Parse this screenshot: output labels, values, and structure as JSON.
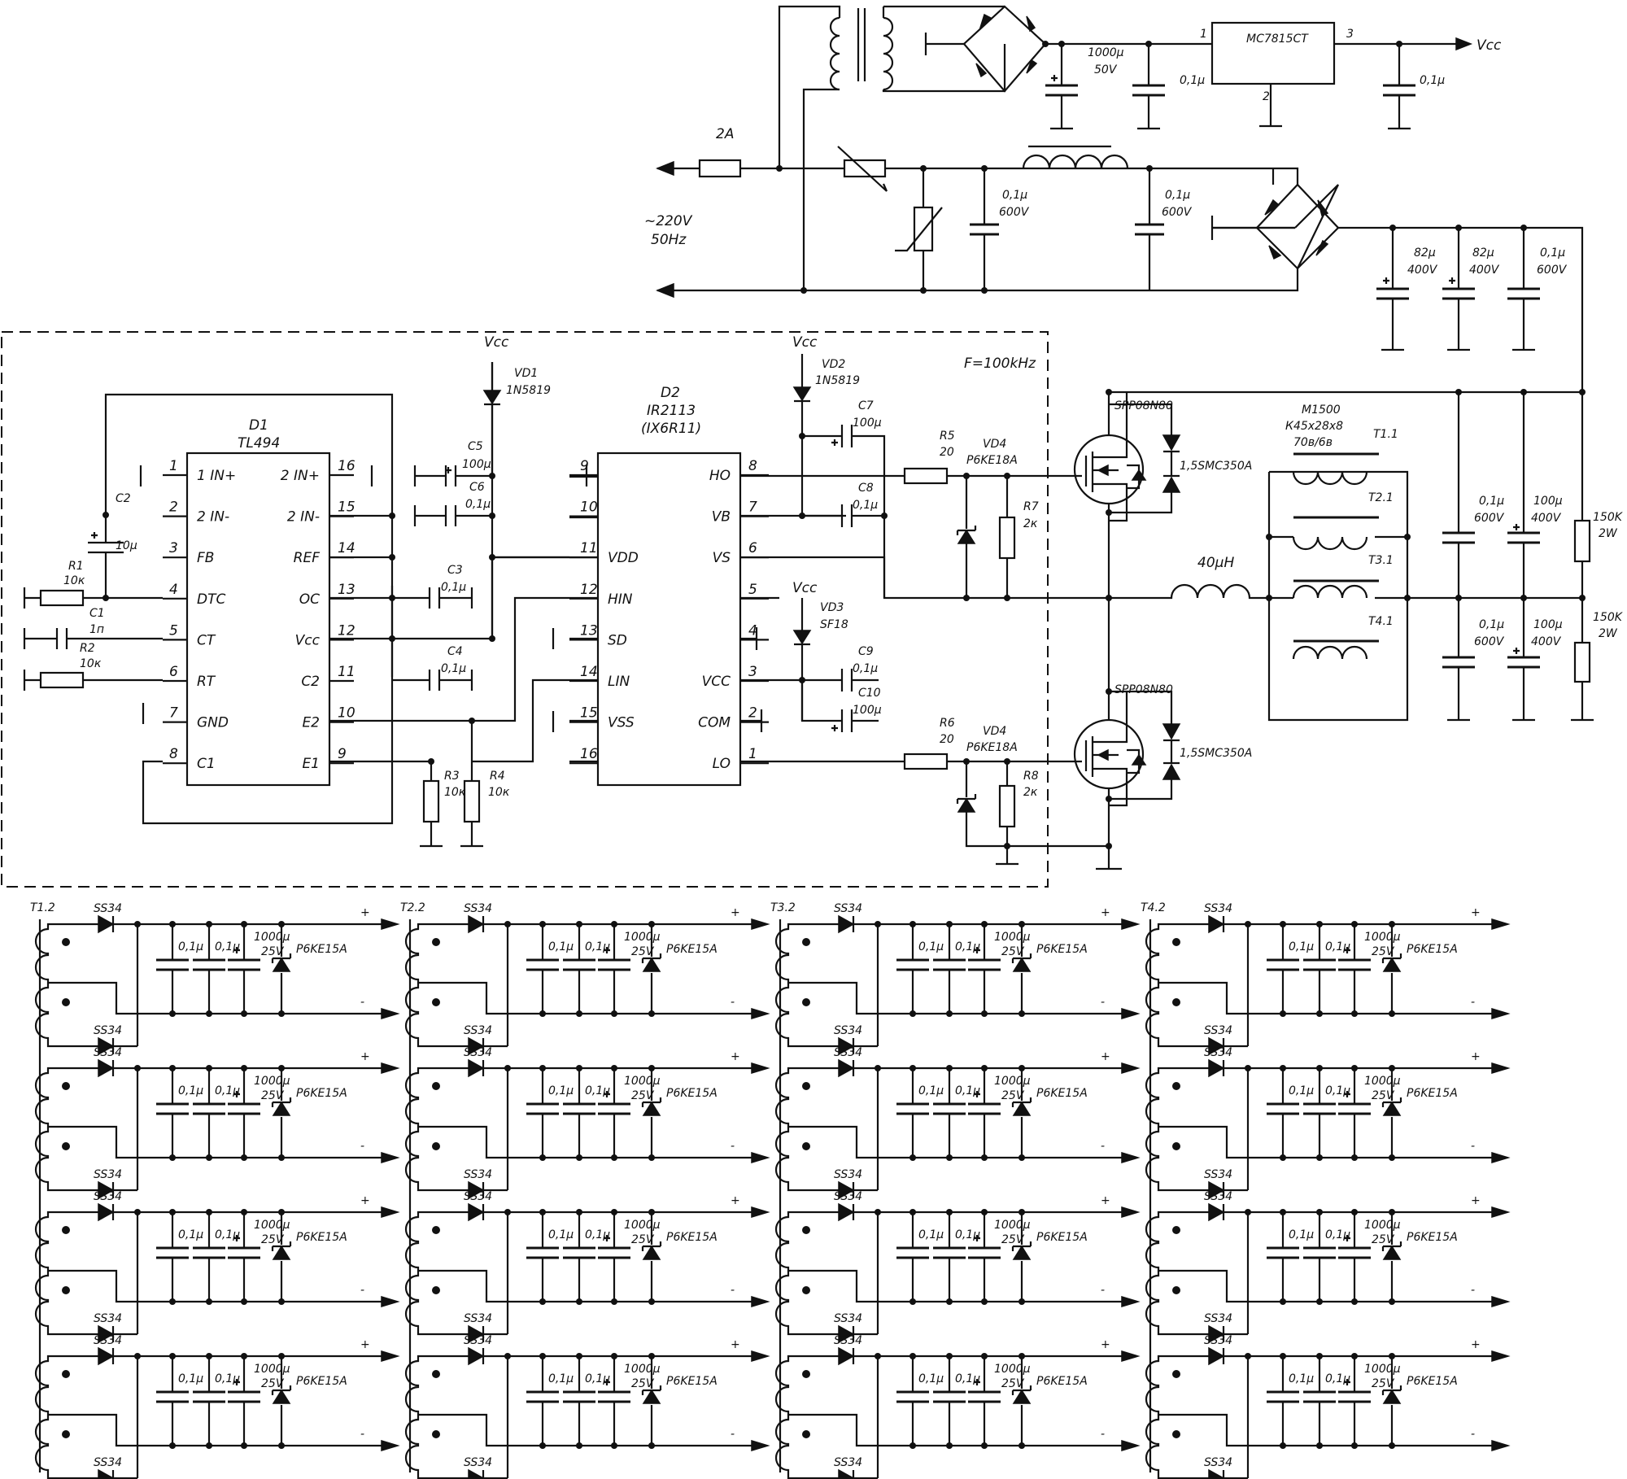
{
  "mains": {
    "fuse": "2A",
    "voltage": "~220V",
    "frequency": "50Hz"
  },
  "aux_supply": {
    "regulator": "MC7815CT",
    "pin_in": "1",
    "pin_gnd": "2",
    "pin_out": "3",
    "c_bulk": [
      "1000µ",
      "50V"
    ],
    "c_in": "0,1µ",
    "c_out": "0,1µ",
    "out_label": "Vcc"
  },
  "input_filter": {
    "c_a": [
      "0,1µ",
      "600V"
    ],
    "c_b": [
      "0,1µ",
      "600V"
    ],
    "c_bus1": [
      "82µ",
      "400V"
    ],
    "c_bus2": [
      "82µ",
      "400V"
    ],
    "c_bus3": [
      "0,1µ",
      "600V"
    ]
  },
  "controller": {
    "freq": "F=100kHz",
    "d1_ref": "D1",
    "d1_part": "TL494",
    "d1_left": [
      [
        "1",
        "1 IN+"
      ],
      [
        "2",
        "2 IN-"
      ],
      [
        "3",
        "FB"
      ],
      [
        "4",
        "DTC"
      ],
      [
        "5",
        "CT"
      ],
      [
        "6",
        "RT"
      ],
      [
        "7",
        "GND"
      ],
      [
        "8",
        "C1"
      ]
    ],
    "d1_right": [
      [
        "16",
        "2 IN+"
      ],
      [
        "15",
        "2 IN-"
      ],
      [
        "14",
        "REF"
      ],
      [
        "13",
        "OC"
      ],
      [
        "12",
        "Vcc"
      ],
      [
        "11",
        "C2"
      ],
      [
        "10",
        "E2"
      ],
      [
        "9",
        "E1"
      ]
    ],
    "d2_ref": "D2",
    "d2_part": "IR2113",
    "d2_alt": "(IX6R11)",
    "d2_left": [
      [
        "9",
        ""
      ],
      [
        "10",
        ""
      ],
      [
        "11",
        "VDD"
      ],
      [
        "12",
        "HIN"
      ],
      [
        "13",
        "SD"
      ],
      [
        "14",
        "LIN"
      ],
      [
        "15",
        "VSS"
      ],
      [
        "16",
        ""
      ]
    ],
    "d2_right": [
      [
        "8",
        "HO"
      ],
      [
        "7",
        "VB"
      ],
      [
        "6",
        "VS"
      ],
      [
        "5",
        ""
      ],
      [
        "4",
        ""
      ],
      [
        "3",
        "VCC"
      ],
      [
        "2",
        "COM"
      ],
      [
        "1",
        "LO"
      ]
    ],
    "r1": [
      "R1",
      "10к"
    ],
    "c1": [
      "C1",
      "1п"
    ],
    "r2": [
      "R2",
      "10к"
    ],
    "c2": [
      "C2",
      "10µ"
    ],
    "c5": [
      "C5",
      "100µ"
    ],
    "c6": [
      "C6",
      "0,1µ"
    ],
    "c3": [
      "C3",
      "0,1µ"
    ],
    "c4": [
      "C4",
      "0,1µ"
    ],
    "r3": [
      "R3",
      "10к"
    ],
    "r4": [
      "R4",
      "10к"
    ],
    "vd1": [
      "VD1",
      "1N5819"
    ],
    "vd2": [
      "VD2",
      "1N5819"
    ],
    "vd3": [
      "VD3",
      "SF18"
    ],
    "c7": [
      "C7",
      "100µ"
    ],
    "c8": [
      "C8",
      "0,1µ"
    ],
    "c9": [
      "C9",
      "0,1µ"
    ],
    "c10": [
      "C10",
      "100µ"
    ],
    "r5": [
      "R5",
      "20"
    ],
    "r6": [
      "R6",
      "20"
    ],
    "vd4a": [
      "VD4",
      "P6KE18A"
    ],
    "vd4b": [
      "VD4",
      "P6KE18A"
    ],
    "r7": [
      "R7",
      "2к"
    ],
    "r8": [
      "R8",
      "2к"
    ],
    "vcc": "Vcc"
  },
  "power_stage": {
    "q1": "SPP08N80",
    "q2": "SPP08N80",
    "tvs": "1,5SMC350A",
    "inductor": "40µH",
    "core": [
      "M1500",
      "К45х28х8",
      "70в/6в"
    ],
    "windings": [
      "T1.1",
      "T2.1",
      "T3.1",
      "T4.1"
    ],
    "c_hb1": [
      "0,1µ",
      "600V"
    ],
    "c_hb2": [
      "100µ",
      "400V"
    ],
    "c_hb3": [
      "0,1µ",
      "600V"
    ],
    "c_hb4": [
      "100µ",
      "400V"
    ],
    "r_bleed1": [
      "150K",
      "2W"
    ],
    "r_bleed2": [
      "150K",
      "2W"
    ]
  },
  "secondaries": {
    "labels": [
      "T1.2",
      "T2.2",
      "T3.2",
      "T4.2"
    ],
    "diode": "SS34",
    "c1": "0,1µ",
    "c2": "0,1µ",
    "c3": [
      "1000µ",
      "25V"
    ],
    "tvs": "P6KE15A",
    "plus": "+",
    "minus": "-"
  }
}
